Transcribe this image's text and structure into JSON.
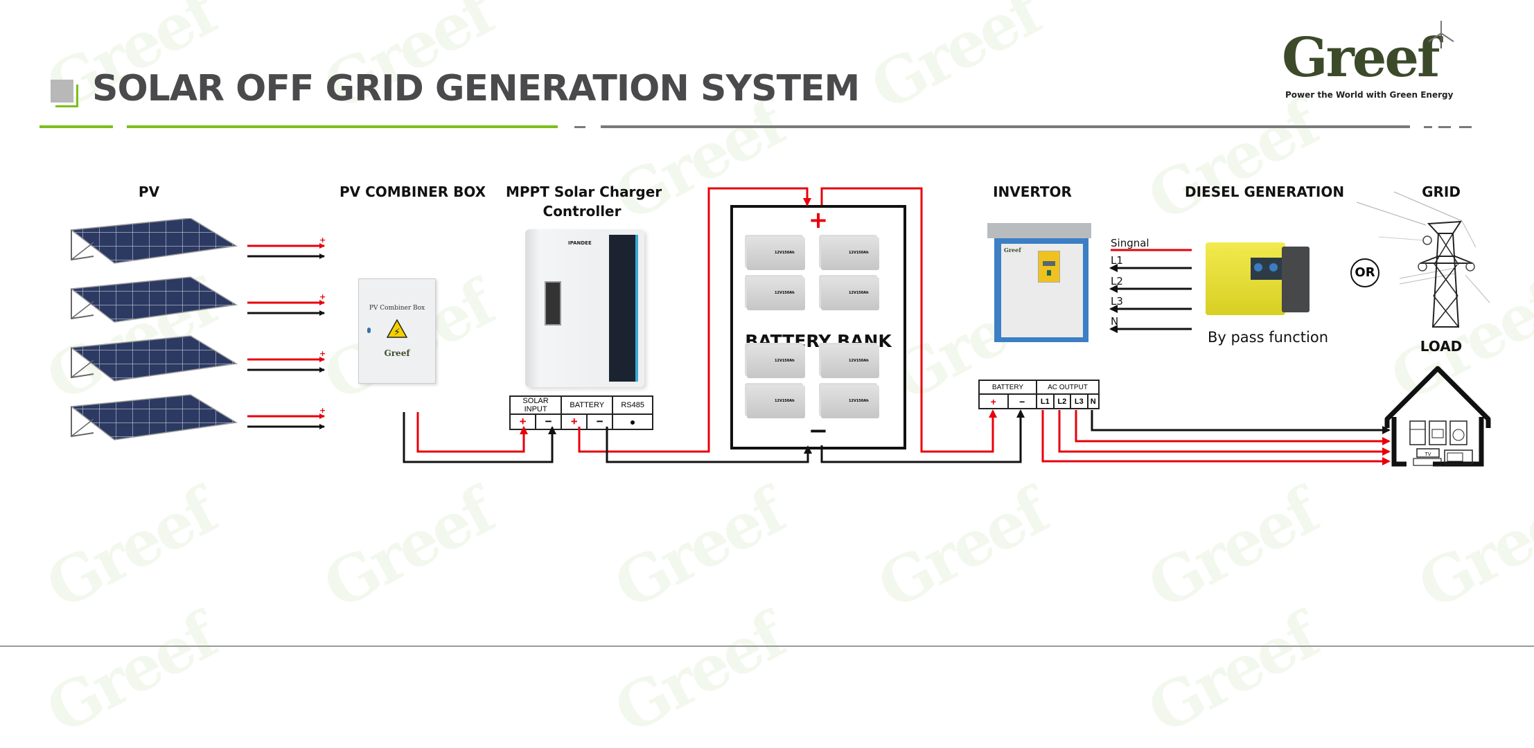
{
  "header": {
    "title": "SOLAR OFF GRID GENERATION SYSTEM",
    "logo": {
      "brand": "Greef",
      "tagline": "Power the World with Green Energy"
    },
    "accent_color": "#7cbf1b",
    "line_color": "#7a7a7a"
  },
  "watermark": "Greef",
  "components": {
    "pv": {
      "label": "PV",
      "panel_count": 4
    },
    "combiner": {
      "label": "PV COMBINER BOX",
      "device_text": "PV Combiner Box",
      "device_brand": "Greef"
    },
    "mppt": {
      "label_line1": "MPPT Solar Charger",
      "label_line2": "Controller",
      "device_brand": "IPANDEE",
      "terminals": {
        "groups": [
          "SOLAR INPUT",
          "BATTERY",
          "RS485"
        ],
        "pins": [
          "+",
          "−",
          "+",
          "−",
          "●"
        ]
      }
    },
    "battery_bank": {
      "label": "BATTERY BANK",
      "plus": "+",
      "minus": "−",
      "battery_rating": "12V150Ah",
      "battery_count": 8
    },
    "invertor": {
      "label": "INVERTOR",
      "device_brand": "Greef",
      "terminals": {
        "groups": [
          "BATTERY",
          "AC OUTPUT"
        ],
        "pins": [
          "+",
          "−",
          "L1",
          "L2",
          "L3",
          "N"
        ]
      }
    },
    "diesel": {
      "label": "DIESEL GENERATION",
      "bypass": "By pass function",
      "lines": [
        "Singnal",
        "L1",
        "L2",
        "L3",
        "N"
      ]
    },
    "grid": {
      "label": "GRID",
      "or": "OR"
    },
    "load": {
      "label": "LOAD",
      "tv": "TV"
    }
  },
  "wire_colors": {
    "positive": "#e8000b",
    "negative": "#111111"
  }
}
